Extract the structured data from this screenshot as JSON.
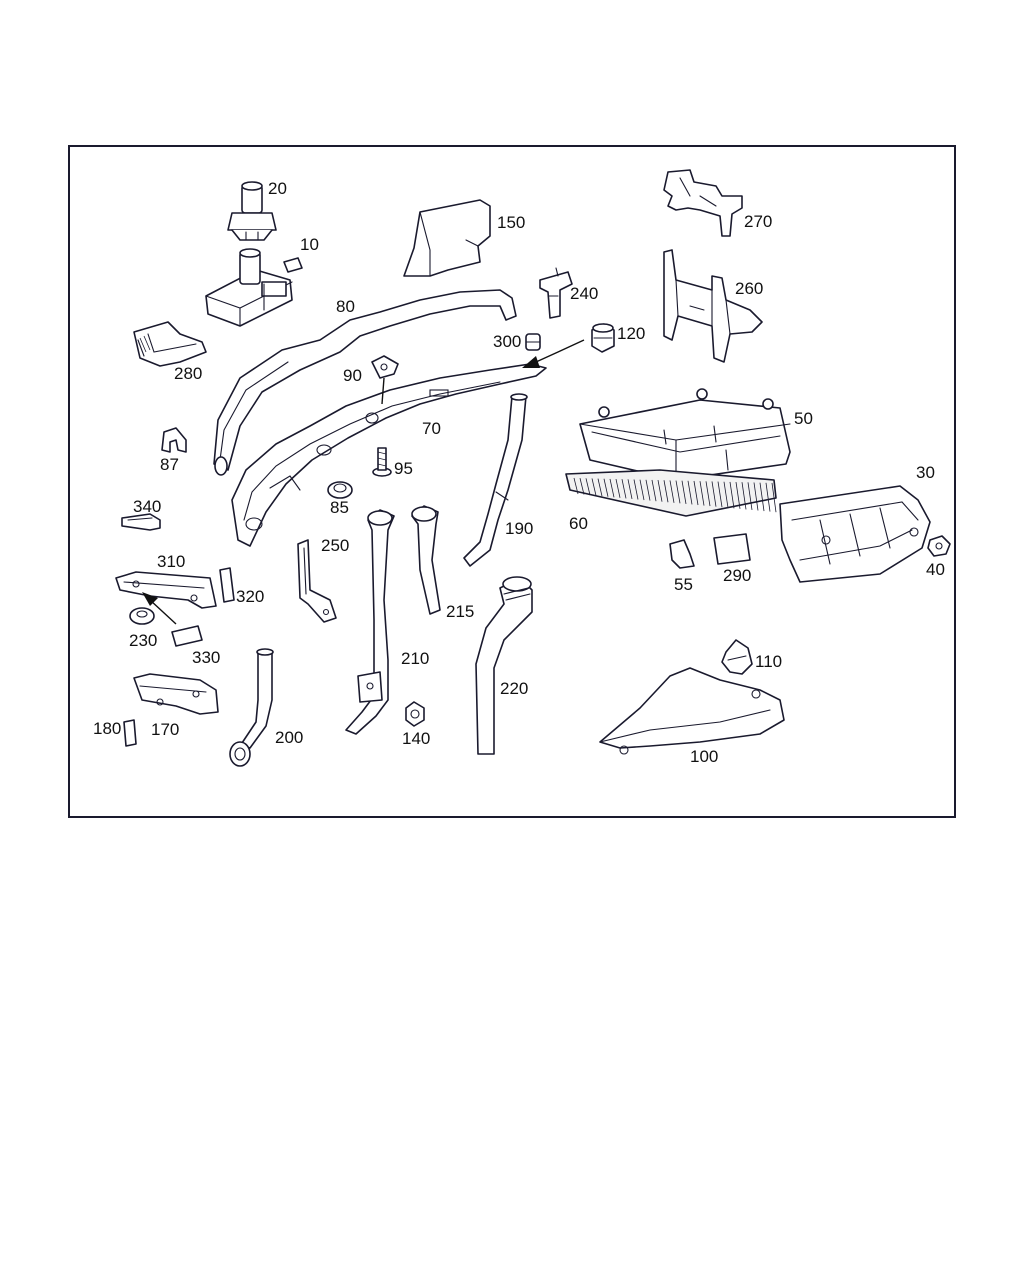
{
  "diagram": {
    "type": "exploded parts diagram",
    "parts": [
      {
        "id": "p20",
        "label": "20"
      },
      {
        "id": "p10",
        "label": "10"
      },
      {
        "id": "p150",
        "label": "150"
      },
      {
        "id": "p270",
        "label": "270"
      },
      {
        "id": "p260",
        "label": "260"
      },
      {
        "id": "p240",
        "label": "240"
      },
      {
        "id": "p80",
        "label": "80"
      },
      {
        "id": "p300",
        "label": "300"
      },
      {
        "id": "p120",
        "label": "120"
      },
      {
        "id": "p280",
        "label": "280"
      },
      {
        "id": "p90",
        "label": "90"
      },
      {
        "id": "p70",
        "label": "70"
      },
      {
        "id": "p50",
        "label": "50"
      },
      {
        "id": "p87",
        "label": "87"
      },
      {
        "id": "p95",
        "label": "95"
      },
      {
        "id": "p30",
        "label": "30"
      },
      {
        "id": "p85",
        "label": "85"
      },
      {
        "id": "p190",
        "label": "190"
      },
      {
        "id": "p60",
        "label": "60"
      },
      {
        "id": "p340",
        "label": "340"
      },
      {
        "id": "p250",
        "label": "250"
      },
      {
        "id": "p40",
        "label": "40"
      },
      {
        "id": "p310",
        "label": "310"
      },
      {
        "id": "p55",
        "label": "55"
      },
      {
        "id": "p290",
        "label": "290"
      },
      {
        "id": "p320",
        "label": "320"
      },
      {
        "id": "p215",
        "label": "215"
      },
      {
        "id": "p230",
        "label": "230"
      },
      {
        "id": "p330",
        "label": "330"
      },
      {
        "id": "p210",
        "label": "210"
      },
      {
        "id": "p110",
        "label": "110"
      },
      {
        "id": "p220",
        "label": "220"
      },
      {
        "id": "p180",
        "label": "180"
      },
      {
        "id": "p170",
        "label": "170"
      },
      {
        "id": "p140",
        "label": "140"
      },
      {
        "id": "p200",
        "label": "200"
      },
      {
        "id": "p100",
        "label": "100"
      }
    ]
  },
  "colors": {
    "line": "#1a1a2e",
    "background": "#ffffff"
  }
}
